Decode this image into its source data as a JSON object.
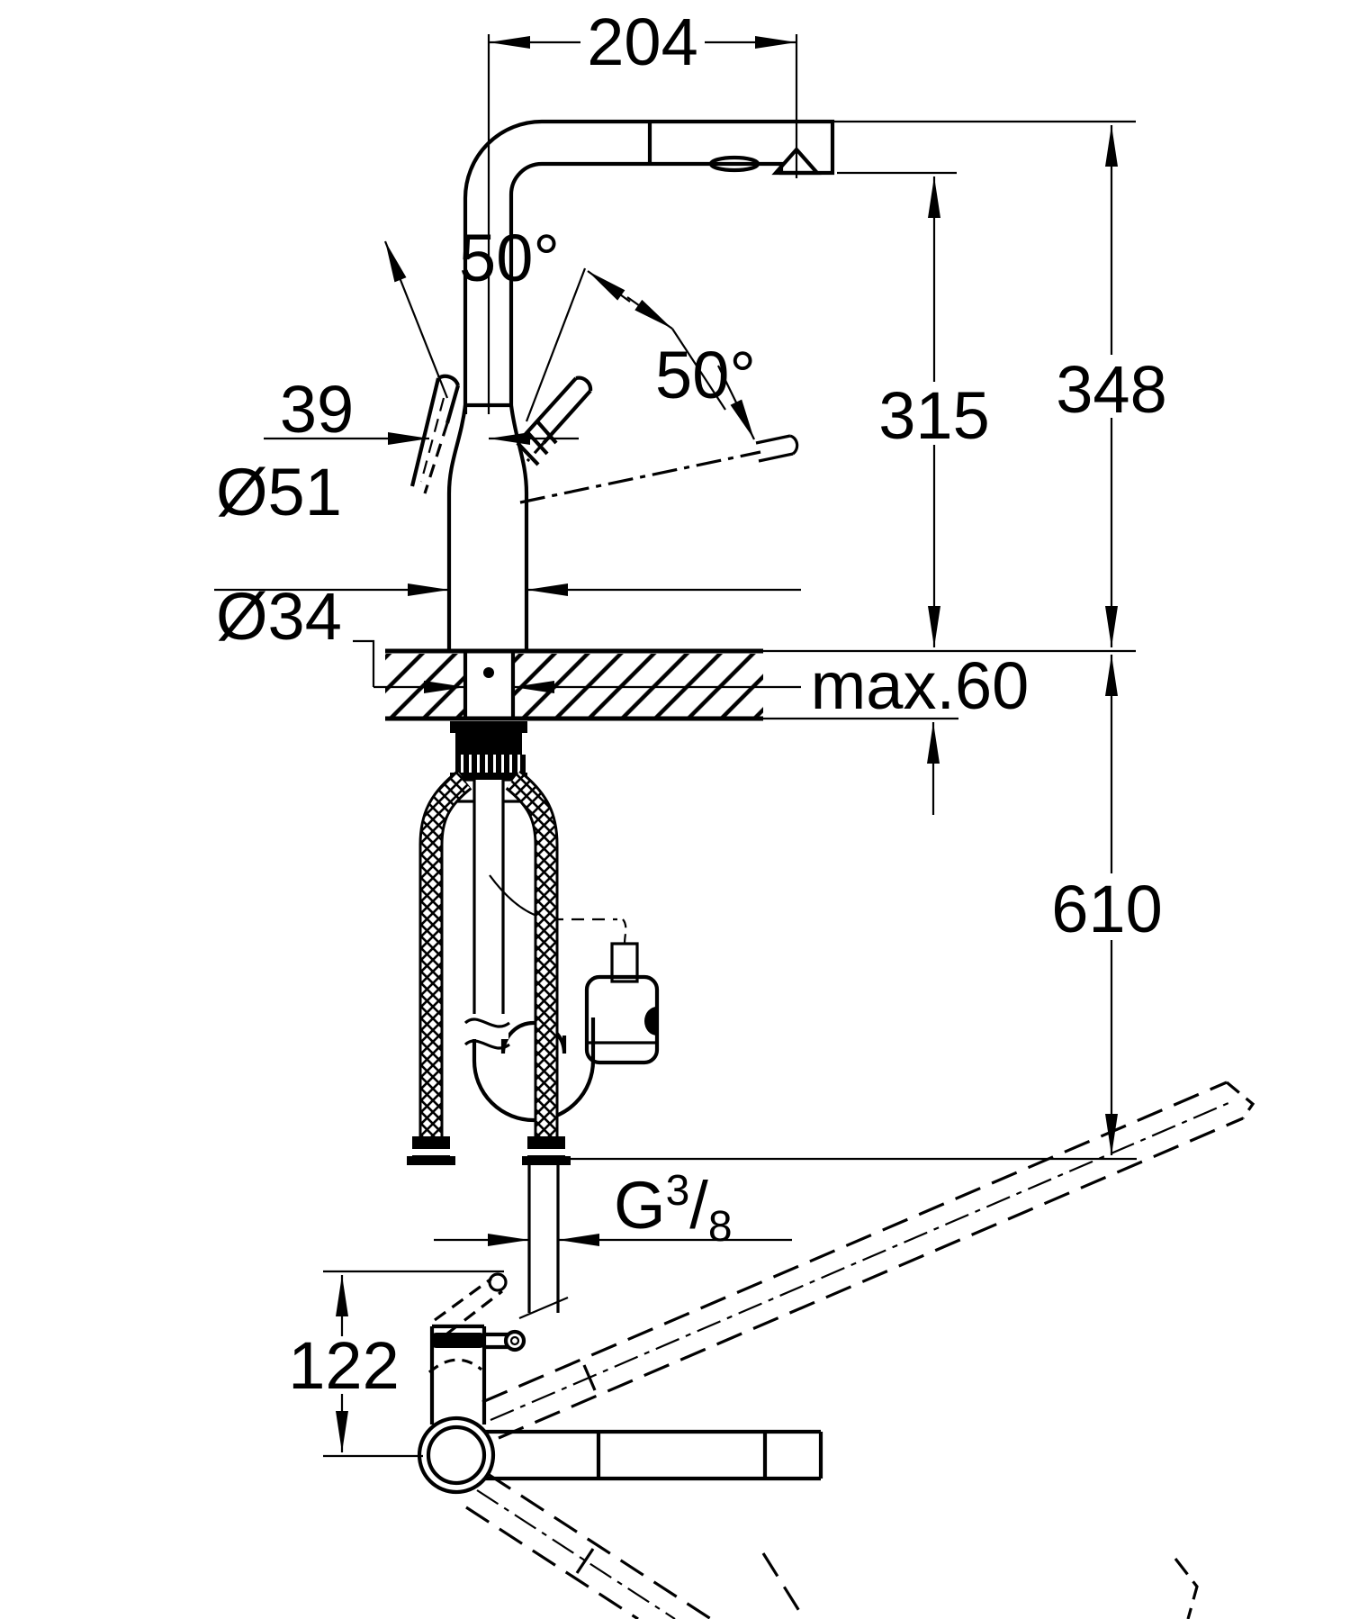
{
  "drawing": {
    "front_view": {
      "spout_reach": "204",
      "swivel_angle_left": "50°",
      "swivel_angle_right": "50°",
      "handle_to_center": "39",
      "spout_clearance_height": "315",
      "overall_height": "348",
      "body_diameter": "Ø51",
      "hole_diameter": "Ø34",
      "max_deck_thickness": "max.60",
      "below_deck_length": "610",
      "thread": {
        "prefix": "G",
        "numerator": "3",
        "slash": "/",
        "denominator": "8"
      }
    },
    "plan_view": {
      "handle_projection": "122"
    },
    "colors": {
      "ink": "#000000",
      "paper": "#ffffff"
    }
  }
}
